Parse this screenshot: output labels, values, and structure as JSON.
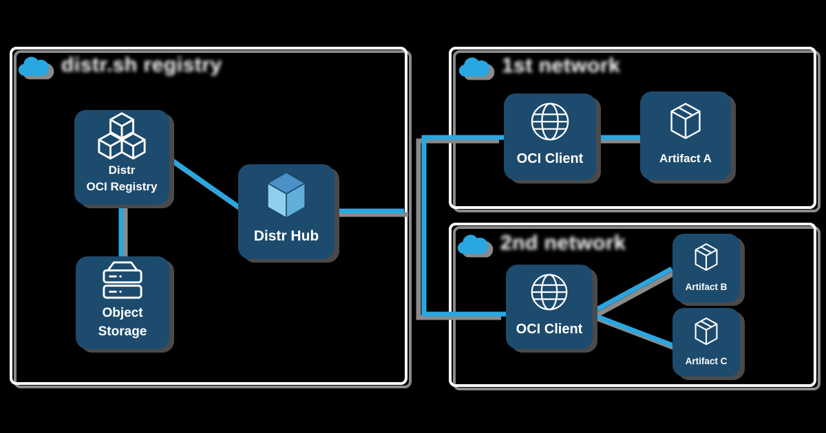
{
  "regions": {
    "distr": {
      "label": "distr.sh registry"
    },
    "network1": {
      "label": "1st network"
    },
    "network2": {
      "label": "2nd network"
    }
  },
  "nodes": {
    "registry": {
      "line1": "Distr",
      "line2": "OCI Registry",
      "icon": "cubes-icon"
    },
    "hub": {
      "label": "Distr Hub",
      "icon": "cube-3d-icon"
    },
    "storage": {
      "line1": "Object",
      "line2": "Storage",
      "icon": "server-storage-icon"
    },
    "oci_client_1": {
      "label": "OCI Client",
      "icon": "globe-icon"
    },
    "artifact_a": {
      "label": "Artifact A",
      "icon": "package-icon"
    },
    "oci_client_2": {
      "label": "OCI Client",
      "icon": "globe-icon"
    },
    "artifact_b": {
      "label": "Artifact B",
      "icon": "package-icon"
    },
    "artifact_c": {
      "label": "Artifact C",
      "icon": "package-icon"
    }
  },
  "connections": [
    {
      "from": "Distr OCI Registry",
      "to": "Distr Hub"
    },
    {
      "from": "Distr OCI Registry",
      "to": "Object Storage"
    },
    {
      "from": "Distr Hub",
      "to": "OCI Client (1st network)"
    },
    {
      "from": "Distr Hub",
      "to": "OCI Client (2nd network)"
    },
    {
      "from": "OCI Client (1st network)",
      "to": "Artifact A"
    },
    {
      "from": "Artifact B",
      "to": "OCI Client (2nd network)"
    },
    {
      "from": "Artifact C",
      "to": "OCI Client (2nd network)"
    }
  ],
  "colors": {
    "background": "#000000",
    "accent_blue": "#29a7e0",
    "node_fill": "#1d4b6d",
    "region_border": "#ffffff",
    "line_shadow": "#8a8a8a",
    "node_shadow": "#4a4a4a",
    "cube_top_face": "#4b90c6",
    "cube_left_face": "#8fd0ee",
    "cube_right_face": "#60aeda",
    "text": "#ffffff"
  }
}
